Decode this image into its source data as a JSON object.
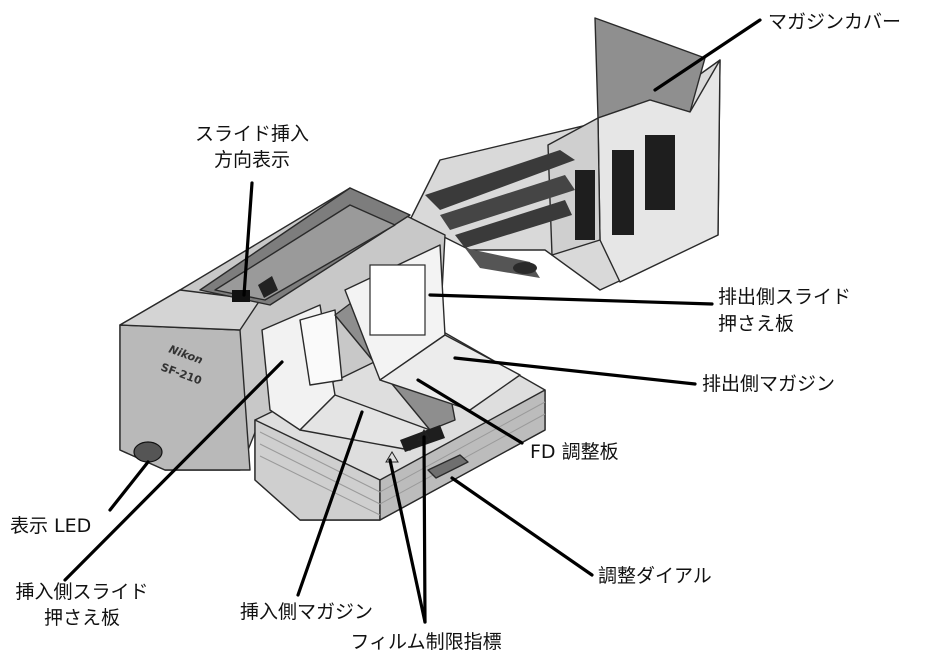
{
  "labels": {
    "magazine_cover": "マガジンカバー",
    "slide_direction": [
      "スライド挿入",
      "方向表示"
    ],
    "eject_slide_holder": [
      "排出側スライド",
      "押さえ板"
    ],
    "eject_magazine": "排出側マガジン",
    "fd_plate": "FD 調整板",
    "display_led": "表示 LED",
    "insert_slide_holder": [
      "挿入側スライド",
      "押さえ板"
    ],
    "insert_magazine": "挿入側マガジン",
    "adjust_dial": "調整ダイアル",
    "film_limit_mark": "フィルム制限指標"
  },
  "device": {
    "brand": "Nikon",
    "model": "SF-210"
  }
}
